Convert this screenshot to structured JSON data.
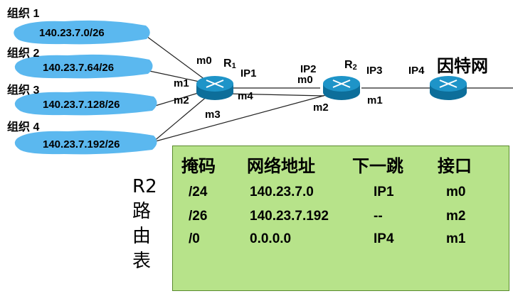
{
  "organizations": [
    {
      "label": "组织 1",
      "network": "140.23.7.0/26"
    },
    {
      "label": "组织 2",
      "network": "140.23.7.64/26"
    },
    {
      "label": "组织 3",
      "network": "140.23.7.128/26"
    },
    {
      "label": "组织 4",
      "network": "140.23.7.192/26"
    }
  ],
  "r1": {
    "name": "R",
    "sub": "1",
    "ports": {
      "m0": "m0",
      "m1": "m1",
      "m2": "m2",
      "m3": "m3",
      "m4": "m4"
    },
    "ip": "IP1"
  },
  "r2": {
    "name": "R",
    "sub": "2",
    "ip2": "IP2",
    "m0": "m0",
    "ip3": "IP3",
    "m2": "m2",
    "m1": "m1"
  },
  "internet": {
    "ip": "IP4",
    "label": "因特网"
  },
  "table_caption": [
    "R2",
    "路",
    "由",
    "表"
  ],
  "routing_table": {
    "headers": [
      "掩码",
      "网络地址",
      "下一跳",
      "接口"
    ],
    "rows": [
      [
        "/24",
        "140.23.7.0",
        "IP1",
        "m0"
      ],
      [
        "/26",
        "140.23.7.192",
        "--",
        "m2"
      ],
      [
        "/0",
        "0.0.0.0",
        "IP4",
        "m1"
      ]
    ]
  },
  "colors": {
    "cloud": "#5bb8ef",
    "router": "#1e94c8",
    "table_bg": "#b7e38a"
  }
}
